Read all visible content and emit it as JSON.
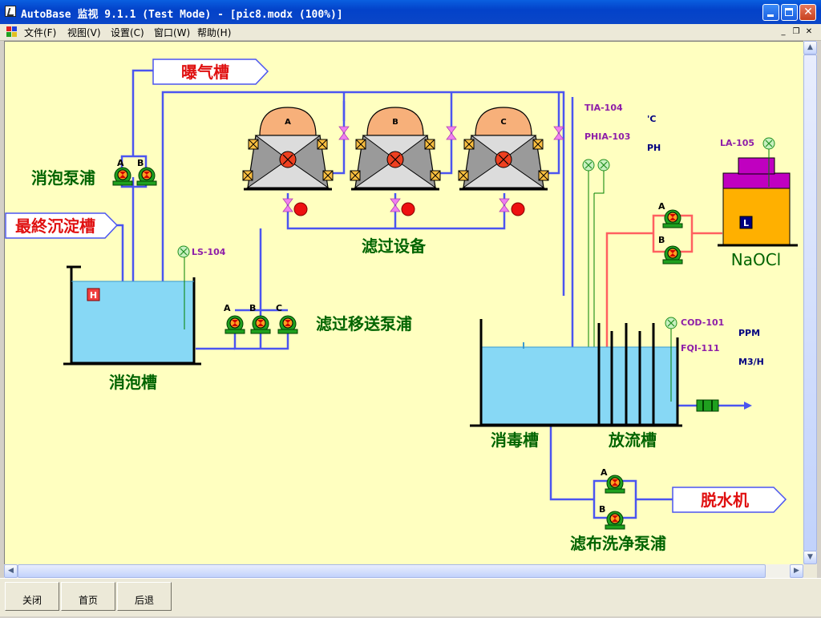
{
  "window": {
    "title": "AutoBase 监视 9.1.1 (Test Mode) - [pic8.modx (100%)]"
  },
  "menu": [
    "文件(F)",
    "视图(V)",
    "设置(C)",
    "窗口(W)",
    "帮助(H)"
  ],
  "labels": {
    "aeration_tank": "曝气槽",
    "final_settling_tank": "最終沉淀槽",
    "defoam_pump": "消泡泵浦",
    "defoam_tank": "消泡槽",
    "filter_equipment": "滤过设备",
    "filter_transfer_pump": "滤过移送泵浦",
    "disinfection_tank": "消毒槽",
    "discharge_tank": "放流槽",
    "dewatering_machine": "脱水机",
    "filter_cloth_wash_pump": "滤布洗净泵浦",
    "naocl": "NaOCl"
  },
  "tags": {
    "ls104": "LS-104",
    "tia104": "TIA-104",
    "phia103": "PHIA-103",
    "la105": "LA-105",
    "cod101": "COD-101",
    "fqi111": "FQI-111"
  },
  "units": {
    "temp": "'C",
    "ph": "PH",
    "ppm": "PPM",
    "flow": "M3/H"
  },
  "filters": [
    "A",
    "B",
    "C"
  ],
  "letters": {
    "a": "A",
    "b": "B",
    "c": "C",
    "high": "H",
    "low": "L"
  },
  "buttons": {
    "close": "关闭",
    "home": "首页",
    "back": "后退"
  },
  "colors": {
    "canvas": "#ffffc0",
    "pipe": "#4b55f0",
    "pipe_red": "#ff6060",
    "signal": "#008000",
    "water": "#87d8f5",
    "label_green": "#006400",
    "label_red": "#e01010",
    "tag_purple": "#8e1ea8",
    "value_blue": "#000080"
  }
}
